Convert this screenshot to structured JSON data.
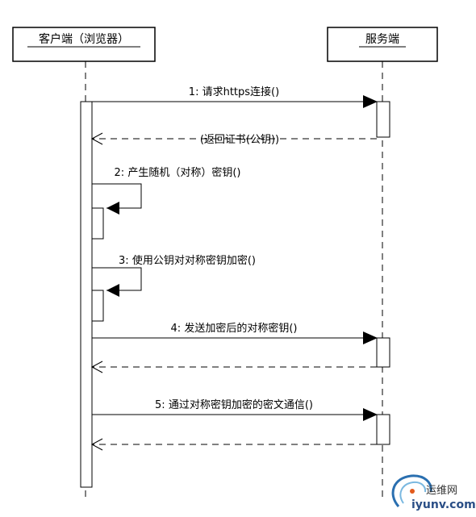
{
  "participants": {
    "client": "客户端（浏览器）",
    "server": "服务端"
  },
  "messages": [
    {
      "label": "1: 请求https连接()"
    },
    {
      "label": "(返回证书(公钥))"
    },
    {
      "label": "2: 产生随机（对称）密钥()"
    },
    {
      "label": "3: 使用公钥对对称密钥加密()"
    },
    {
      "label": "4: 发送加密后的对称密钥()"
    },
    {
      "label": "5: 通过对称密钥加密的密文通信()"
    }
  ],
  "watermark": {
    "cn": "运维网",
    "domain": "iyunv.com"
  }
}
